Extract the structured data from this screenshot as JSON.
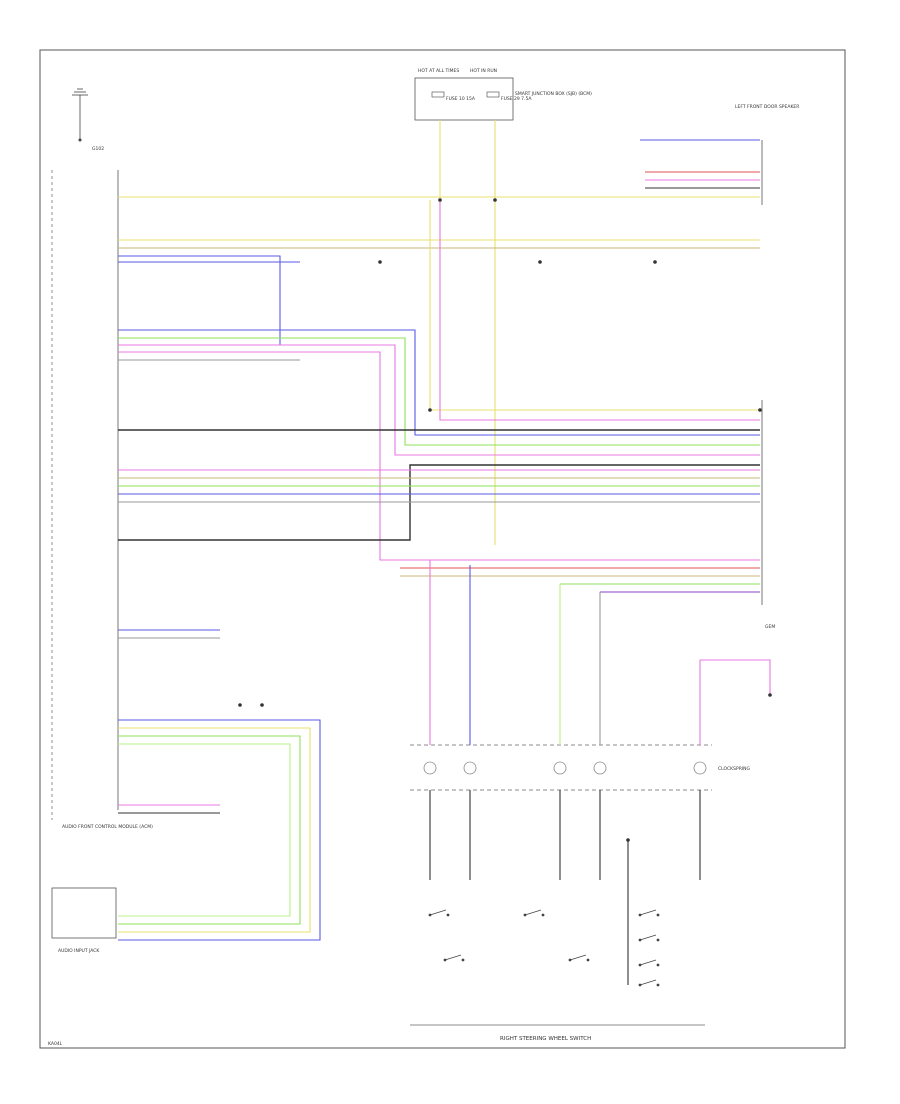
{
  "title": "",
  "colors": {
    "yellow": "#e8e070",
    "pink": "#e878e0",
    "blue": "#5a5ae6",
    "green": "#8ee05a",
    "black": "#333333",
    "gray": "#9a9a9a",
    "red": "#e05050",
    "tan": "#c8b478",
    "violet": "#8a40c8",
    "lightgreen": "#b8f088"
  },
  "labels": {
    "hot_at_all_times": "HOT AT ALL TIMES",
    "hot_in_run": "HOT IN RUN",
    "ground_top": "G102",
    "fuse_left": "FUSE 10 15A",
    "fuse_right": "FUSE 29 7.5A",
    "smart_junction_box": "SMART JUNCTION BOX (SJB) (BCM)",
    "left_front_door": "LEFT FRONT DOOR SPEAKER",
    "audio_front_control": "AUDIO FRONT CONTROL MODULE (ACM)",
    "audio_input_jack": "AUDIO INPUT JACK",
    "steering_wheel_switch": "RIGHT STEERING WHEEL SWITCH",
    "clockspring": "CLOCKSPRING",
    "gem": "GEM",
    "footer": "KA04L"
  },
  "icons": [
    "ground-icon",
    "fuse-icon",
    "splice-icon",
    "connector-icon",
    "switch-icon"
  ]
}
